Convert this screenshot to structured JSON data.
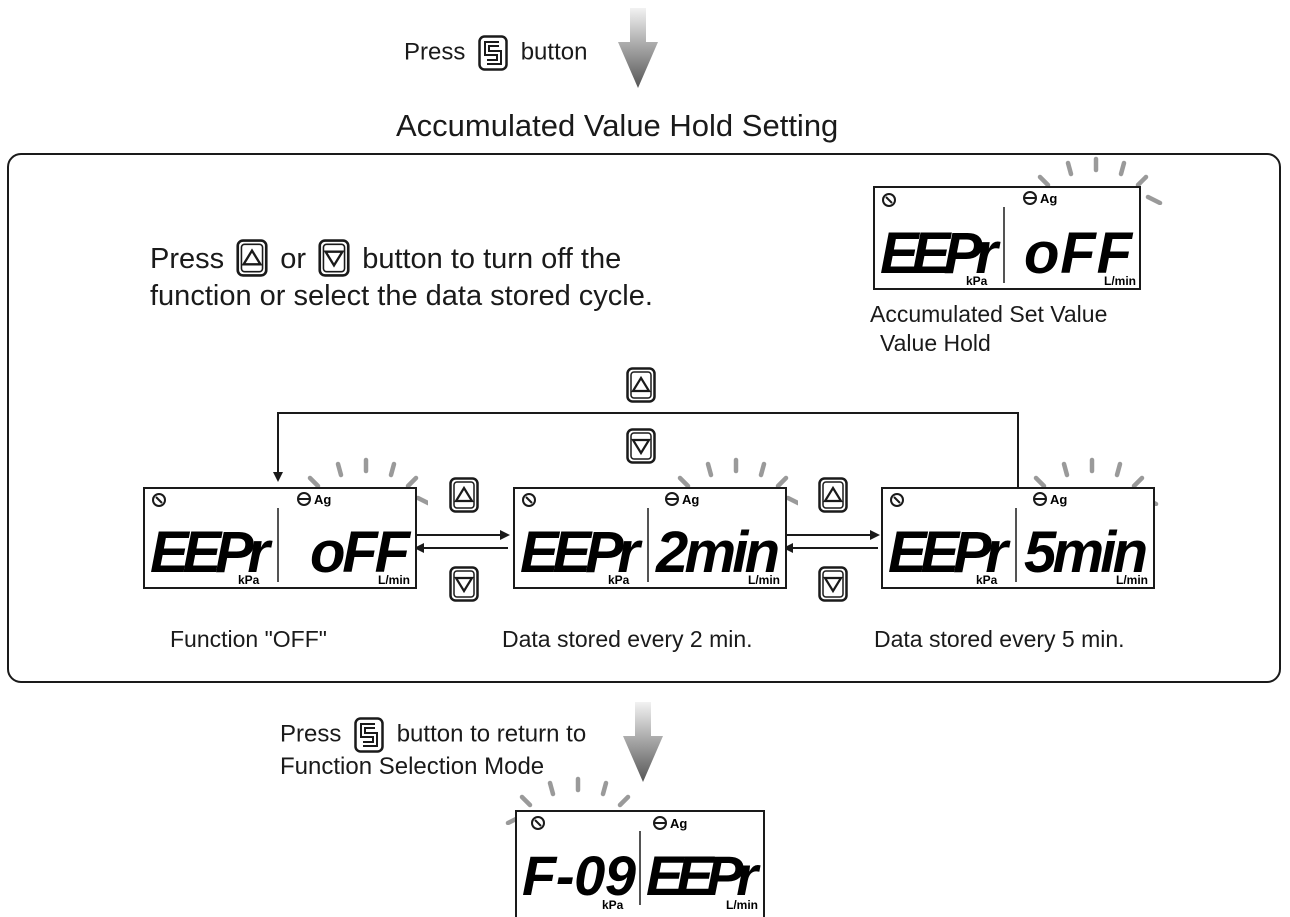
{
  "top": {
    "press_word": "Press",
    "button_word": "button"
  },
  "section": {
    "title": "Accumulated Value Hold Setting",
    "instruction_line1_a": "Press",
    "instruction_line1_b": "or",
    "instruction_line1_c": "button to turn off the",
    "instruction_line2": "function or select the data stored cycle."
  },
  "displays": {
    "main": {
      "left": "EEPr",
      "right": "oFF",
      "left_unit": "kPa",
      "right_unit": "L/min",
      "indicator": "Ag",
      "caption_line1": "Accumulated Set Value",
      "caption_line2": "Value Hold"
    },
    "off": {
      "left": "EEPr",
      "right": "oFF",
      "left_unit": "kPa",
      "right_unit": "L/min",
      "indicator": "Ag",
      "caption": "Function \"OFF\""
    },
    "two": {
      "left": "EEPr",
      "right": "2min",
      "left_unit": "kPa",
      "right_unit": "L/min",
      "indicator": "Ag",
      "caption": "Data stored every 2 min."
    },
    "five": {
      "left": "EEPr",
      "right": "5min",
      "left_unit": "kPa",
      "right_unit": "L/min",
      "indicator": "Ag",
      "caption": "Data stored every 5 min."
    },
    "final": {
      "left": "F-09",
      "right": "EEPr",
      "left_unit": "kPa",
      "right_unit": "L/min",
      "indicator": "Ag"
    }
  },
  "bottom": {
    "line1_a": "Press",
    "line1_b": "button to return to",
    "line2": "Function Selection Mode"
  },
  "colors": {
    "ink": "#1a1a1a",
    "blink": "#9a9a9a",
    "arrow_top": "#f2f2f2",
    "arrow_bottom": "#555555"
  },
  "icons": [
    "s-button-icon",
    "up-button-icon",
    "down-button-icon",
    "flow-arrow-icon",
    "blink-rays-icon"
  ]
}
